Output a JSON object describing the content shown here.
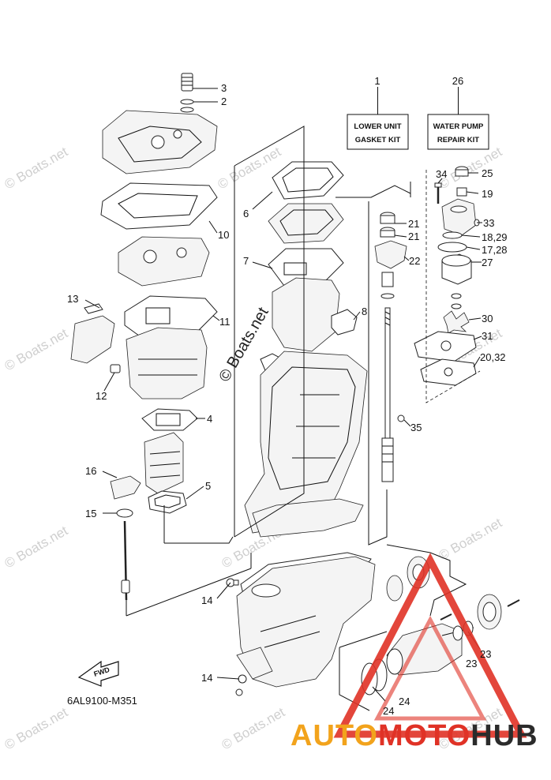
{
  "diagram": {
    "doc_code": "6AL9100-M351",
    "kits": [
      {
        "number": "1",
        "line1": "LOWER UNIT",
        "line2": "GASKET KIT"
      },
      {
        "number": "26",
        "line1": "WATER PUMP",
        "line2": "REPAIR KIT"
      }
    ],
    "callouts": {
      "c1": "1",
      "c2": "2",
      "c3": "3",
      "c4": "4",
      "c5": "5",
      "c6": "6",
      "c7": "7",
      "c8": "8",
      "c10": "10",
      "c11": "11",
      "c12": "12",
      "c13": "13",
      "c14a": "14",
      "c14b": "14",
      "c15": "15",
      "c16": "16",
      "c17_28": "17,28",
      "c18_29": "18,29",
      "c19": "19",
      "c20_32": "20,32",
      "c21a": "21",
      "c21b": "21",
      "c22": "22",
      "c23a": "23",
      "c23b": "23",
      "c24a": "24",
      "c24b": "24",
      "c25": "25",
      "c26": "26",
      "c27": "27",
      "c30": "30",
      "c31": "31",
      "c33": "33",
      "c34": "34",
      "c35": "35"
    },
    "fwd_label": "FWD"
  },
  "watermarks": {
    "small": "© Boats.net",
    "center": "© Boats.net"
  },
  "brand": {
    "part1": "AUTO",
    "part2": "MOTO",
    "part3": "HUB",
    "colors": {
      "orange": "#f2a31c",
      "red": "#e03226",
      "dark": "#2b2b2b"
    }
  }
}
